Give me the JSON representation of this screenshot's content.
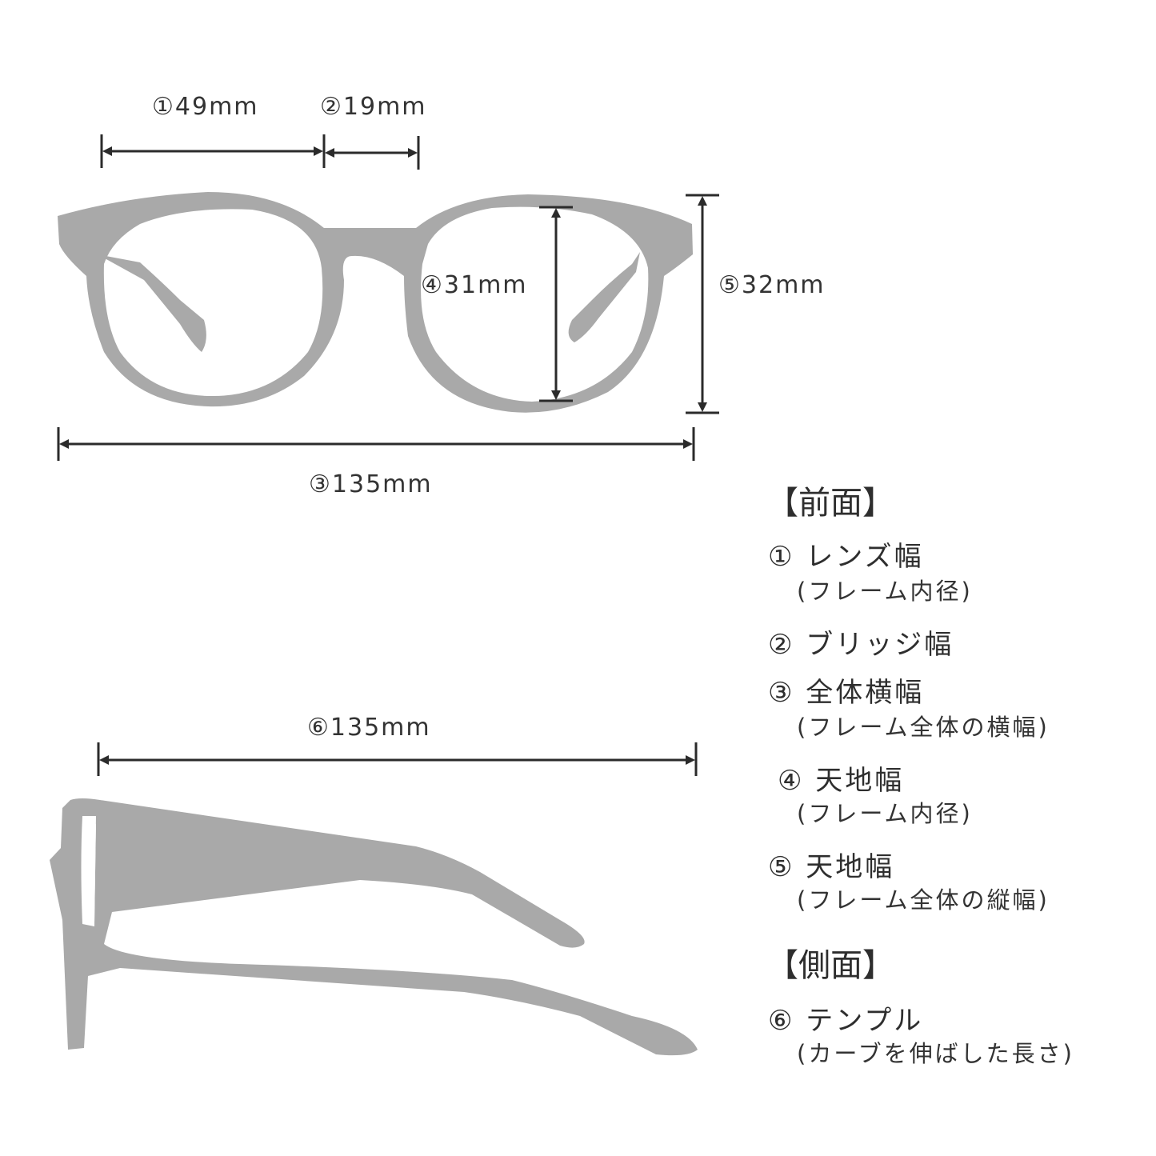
{
  "dimensions": {
    "lens_width": "①49mm",
    "bridge_width": "②19mm",
    "total_width": "③135mm",
    "lens_height": "④31mm",
    "frame_height": "⑤32mm",
    "temple_length": "⑥135mm"
  },
  "legend": {
    "front_heading": "【前面】",
    "items": [
      {
        "title": "① レンズ幅",
        "sub": "(フレーム内径)"
      },
      {
        "title": "② ブリッジ幅",
        "sub": ""
      },
      {
        "title": "③ 全体横幅",
        "sub": "(フレーム全体の横幅)"
      },
      {
        "title": "④ 天地幅",
        "sub": "(フレーム内径)"
      },
      {
        "title": "⑤ 天地幅",
        "sub": "(フレーム全体の縦幅)"
      }
    ],
    "side_heading": "【側面】",
    "side_items": [
      {
        "title": "⑥ テンプル",
        "sub": "(カーブを伸ばした長さ)"
      }
    ]
  },
  "colors": {
    "frame": "#a9a9a9",
    "lines": "#2b2b2b",
    "background": "#ffffff"
  }
}
